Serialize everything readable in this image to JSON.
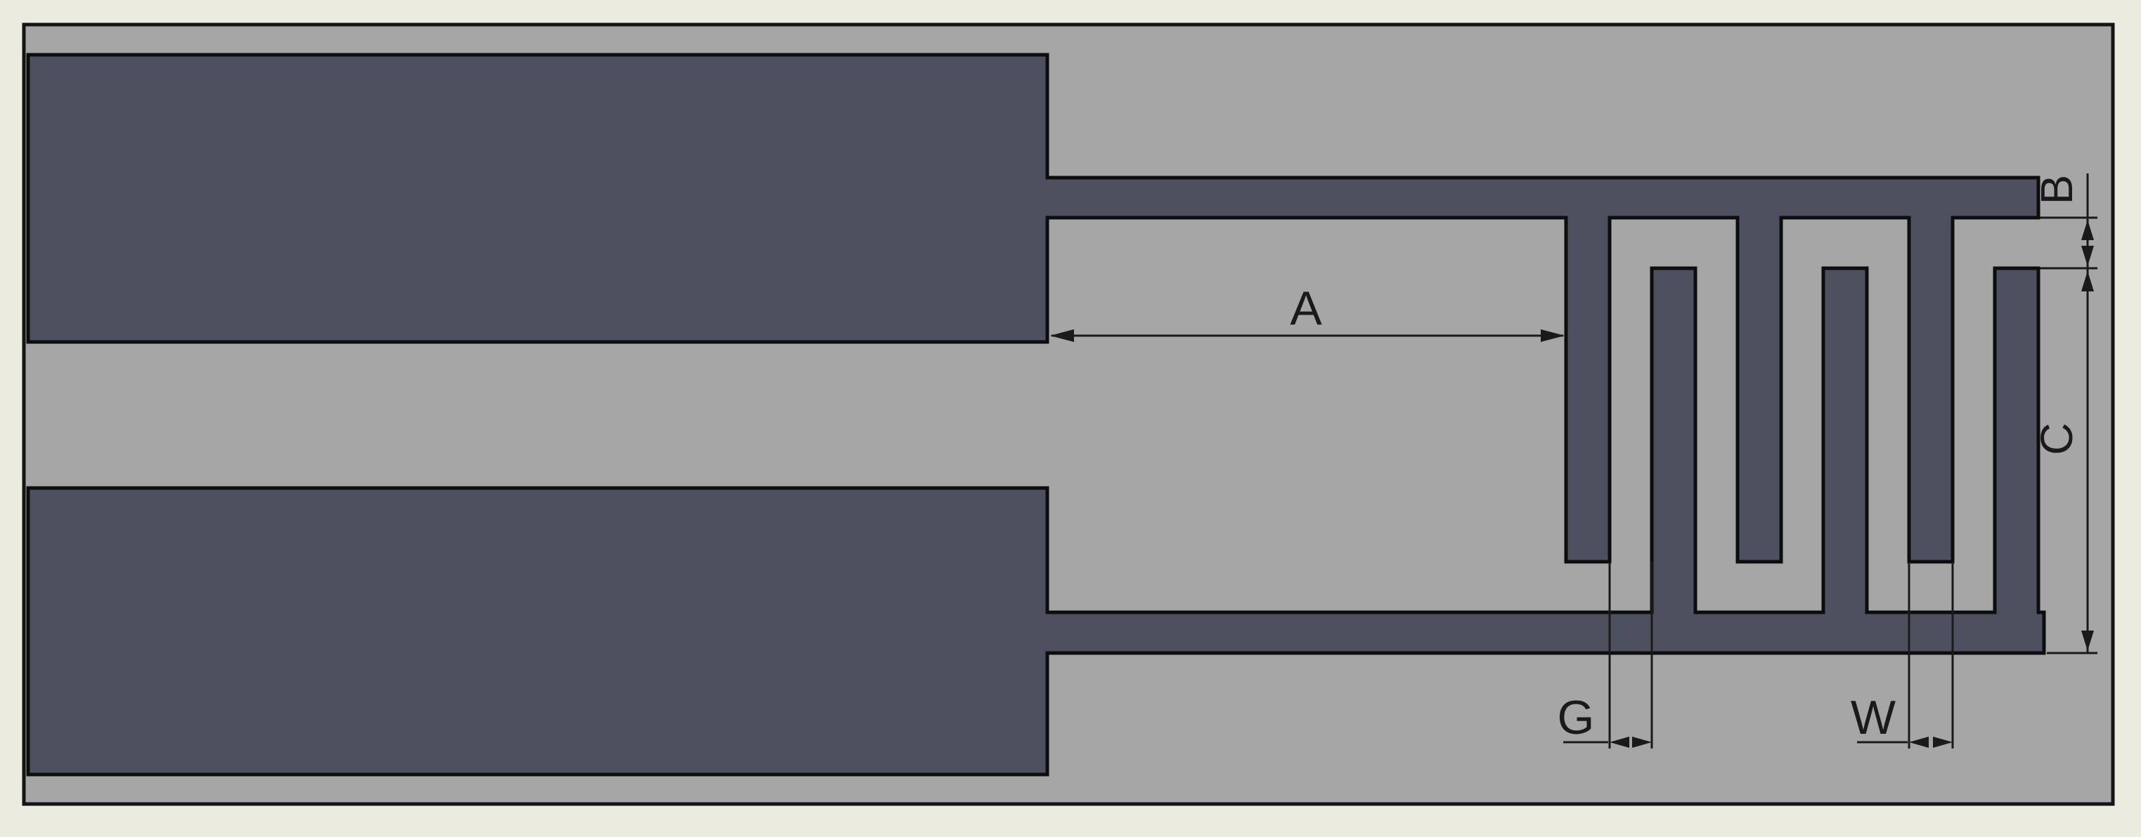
{
  "figure": {
    "kind": "interdigitated-capacitor-layout"
  },
  "annotations": {
    "a_label": "A",
    "b_label": "B",
    "c_label": "C",
    "g_label": "G",
    "w_label": "W"
  },
  "colors": {
    "margin": "#ECEBE0",
    "frame_border": "#141414",
    "canvas": "#A6A6A6",
    "conductor_fill": "#4D515F",
    "conductor_outline": "#0D0D0D",
    "dimension": "#1A1A1A"
  }
}
